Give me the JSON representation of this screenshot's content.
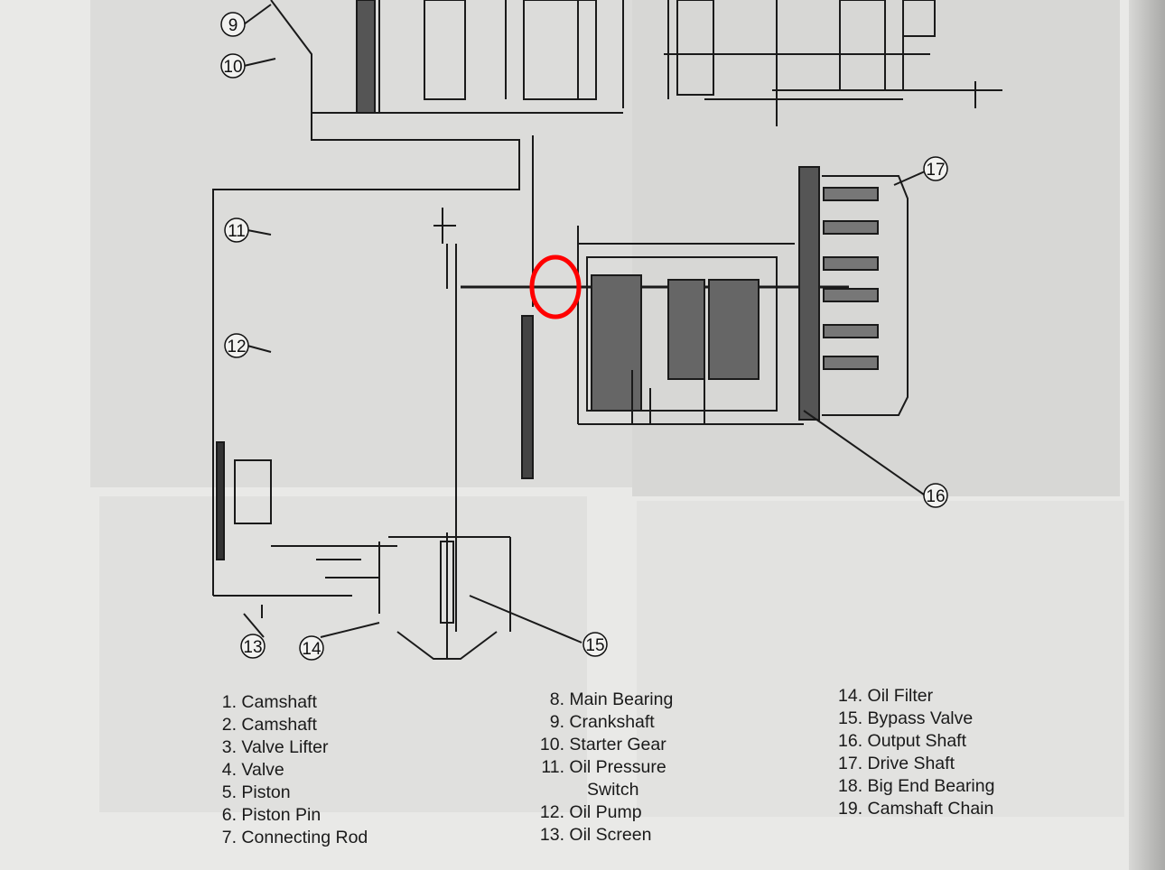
{
  "diagram": {
    "title_hidden": "",
    "callouts": [
      "9",
      "10",
      "11",
      "12",
      "13",
      "14",
      "15",
      "16",
      "17"
    ],
    "annotation_color": "#ff0000",
    "line_color": "#1a1a1a"
  },
  "legend": {
    "col1": [
      {
        "num": "1.",
        "label": "Camshaft"
      },
      {
        "num": "2.",
        "label": "Camshaft"
      },
      {
        "num": "3.",
        "label": "Valve Lifter"
      },
      {
        "num": "4.",
        "label": "Valve"
      },
      {
        "num": "5.",
        "label": "Piston"
      },
      {
        "num": "6.",
        "label": "Piston Pin"
      },
      {
        "num": "7.",
        "label": "Connecting Rod"
      }
    ],
    "col2": [
      {
        "num": "8.",
        "label": "Main Bearing"
      },
      {
        "num": "9.",
        "label": "Crankshaft"
      },
      {
        "num": "10.",
        "label": "Starter Gear"
      },
      {
        "num": "11.",
        "label": "Oil Pressure"
      },
      {
        "num": "",
        "label": "Switch"
      },
      {
        "num": "12.",
        "label": "Oil Pump"
      },
      {
        "num": "13.",
        "label": "Oil Screen"
      }
    ],
    "col3": [
      {
        "num": "14.",
        "label": "Oil Filter"
      },
      {
        "num": "15.",
        "label": "Bypass Valve"
      },
      {
        "num": "16.",
        "label": "Output Shaft"
      },
      {
        "num": "17.",
        "label": "Drive Shaft"
      },
      {
        "num": "18.",
        "label": "Big End Bearing"
      },
      {
        "num": "19.",
        "label": "Camshaft Chain"
      }
    ]
  }
}
